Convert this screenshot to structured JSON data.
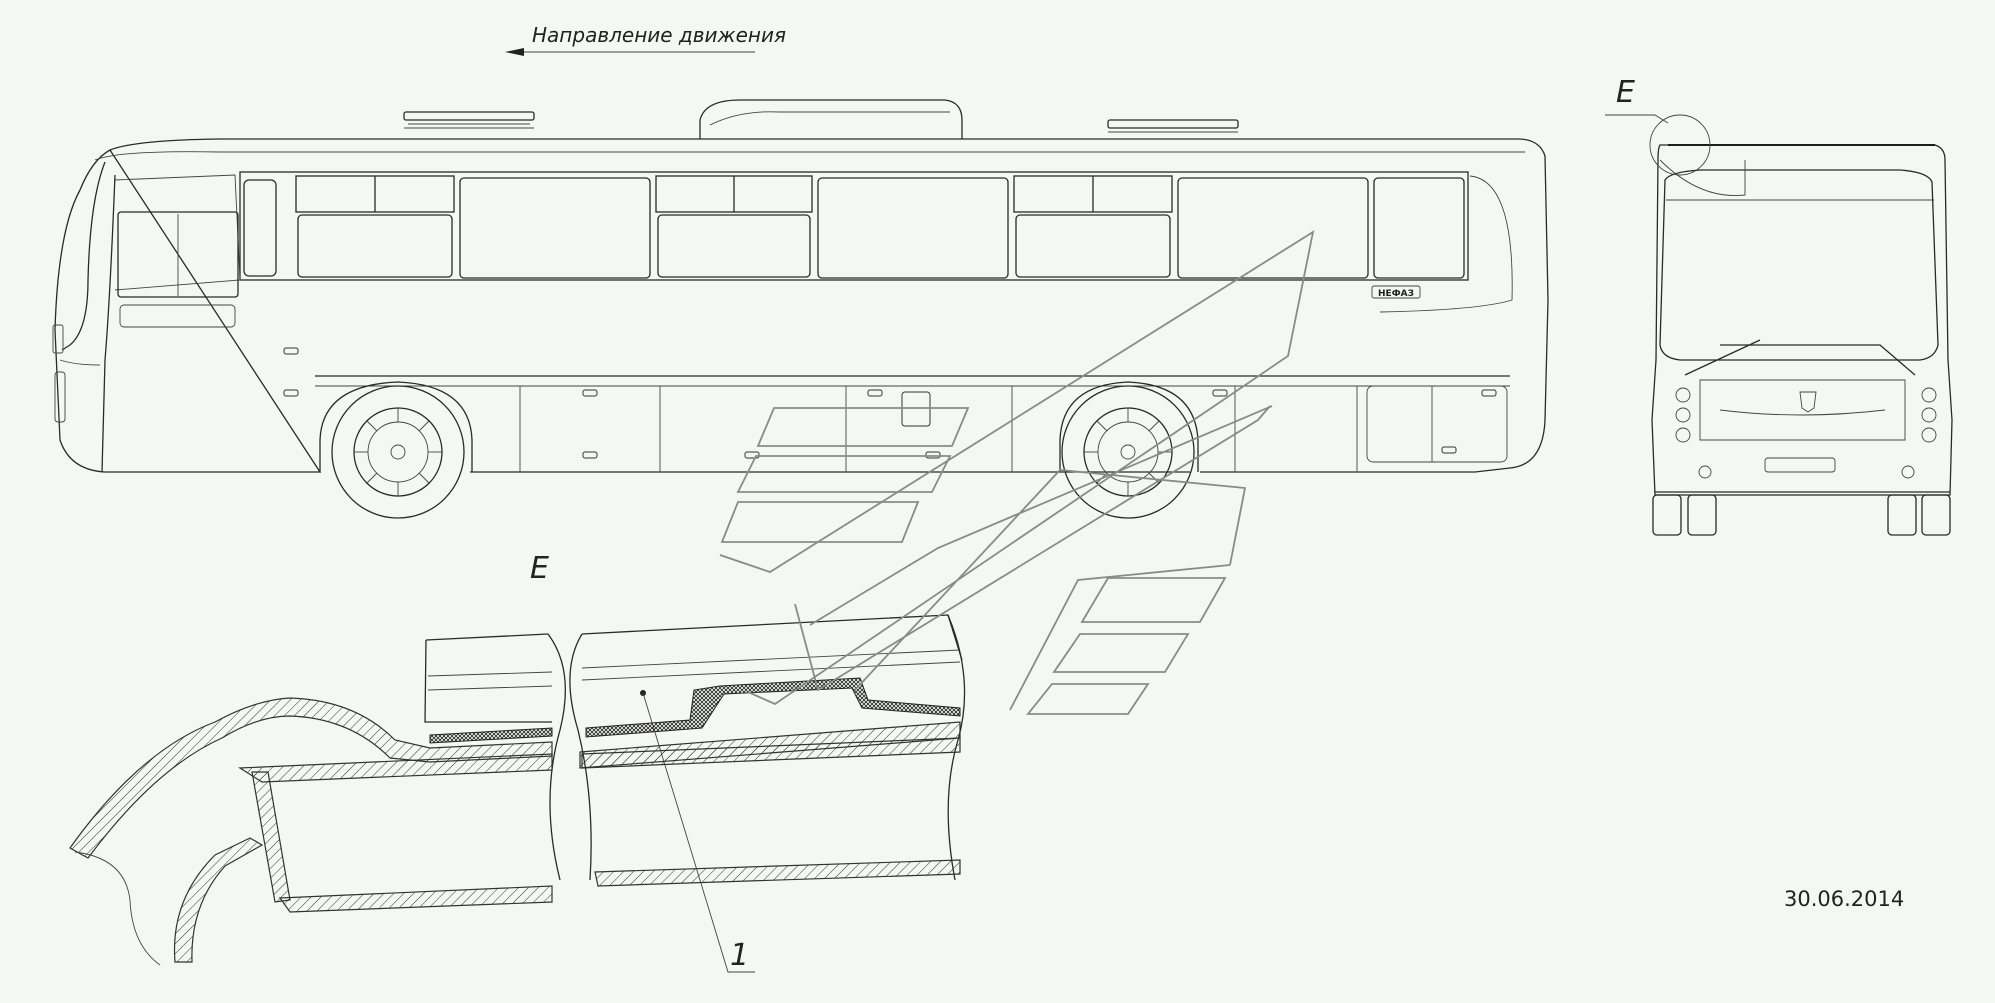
{
  "labels": {
    "direction": "Направление движения",
    "view_e_top": "Е",
    "view_e_detail": "Е",
    "callout_1": "1",
    "date": "30.06.2014",
    "brand": "НЕФАЗ"
  },
  "colors": {
    "background": "#f4f8f2",
    "line": "#2a2a2a",
    "watermark": "#8a8a8a"
  }
}
